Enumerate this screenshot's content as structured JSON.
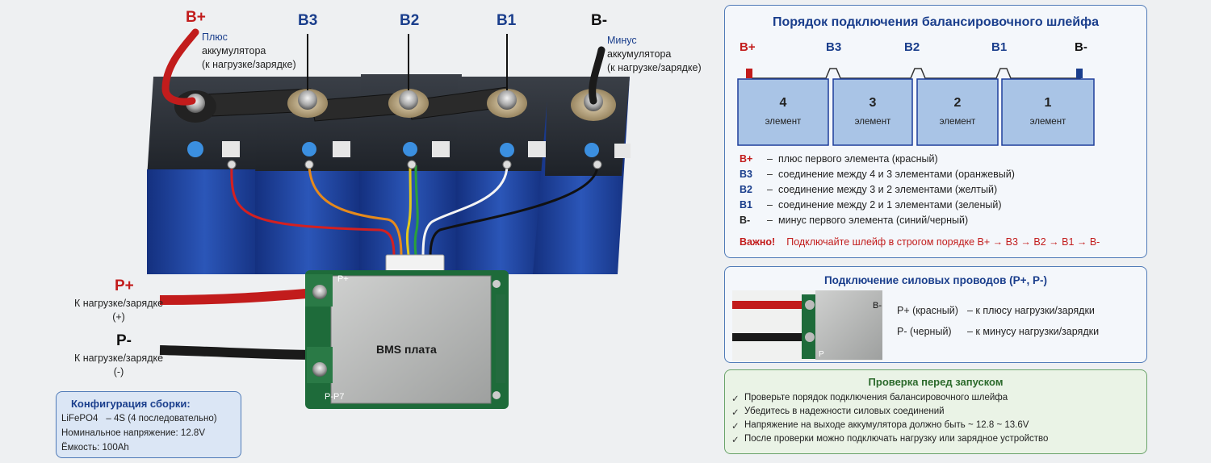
{
  "photo": {
    "terminals": {
      "bplus": "B+",
      "b3": "B3",
      "b2": "B2",
      "b1": "B1",
      "bminus": "B-"
    },
    "plus_note": {
      "line1": "Плюс",
      "line2": "аккумулятора",
      "line3": "(к нагрузке/зарядке)"
    },
    "minus_note": {
      "line1": "Минус",
      "line2": "аккумулятора",
      "line3": "(к нагрузке/зарядке)"
    },
    "pplus": {
      "label": "P+",
      "line1": "К нагрузке/зарядке",
      "line2": "(+)"
    },
    "pminus": {
      "label": "P-",
      "line1": "К нагрузке/зарядке",
      "line2": "(-)"
    },
    "bms_label": "BMS плата",
    "pcb_marks": {
      "pplus": "P+",
      "pminus": "P-",
      "p7": "P-P7"
    }
  },
  "config": {
    "title": "Конфигурация сборки:",
    "chem": "LiFePO4",
    "series": "–   4S (4 последовательно)",
    "voltage": "Номинальное напряжение:  12.8V",
    "capacity": "Ёмкость:  100Ah"
  },
  "balance": {
    "title": "Порядок подключения балансировочного шлейфа",
    "terminals": [
      "B+",
      "B3",
      "B2",
      "B1",
      "B-"
    ],
    "cells": [
      {
        "num": "4",
        "label": "элемент"
      },
      {
        "num": "3",
        "label": "элемент"
      },
      {
        "num": "2",
        "label": "элемент"
      },
      {
        "num": "1",
        "label": "элемент"
      }
    ],
    "legend": [
      {
        "key": "B+",
        "dash": "–",
        "desc": "плюс первого элемента (красный)"
      },
      {
        "key": "B3",
        "dash": "–",
        "desc": "соединение между 4 и 3 элементами (оранжевый)"
      },
      {
        "key": "B2",
        "dash": "–",
        "desc": "соединение между 3 и 2 элементами (желтый)"
      },
      {
        "key": "B1",
        "dash": "–",
        "desc": "соединение между 2 и 1 элементами (зеленый)"
      },
      {
        "key": "B-",
        "dash": "–",
        "desc": "минус первого элемента (синий/черный)"
      }
    ],
    "important_label": "Важно!",
    "important_text": "Подключайте шлейф в строгом порядке B+ → B3 → B2 → B1 → B-"
  },
  "power": {
    "title": "Подключение силовых проводов (P+, P-)",
    "rows": [
      {
        "key": "P+ (красный)",
        "desc": "– к плюсу нагрузки/зарядки"
      },
      {
        "key": "P- (черный)",
        "desc": "– к минусу нагрузки/зарядки"
      }
    ],
    "thumb_marks": {
      "b": "B-",
      "p": "P"
    }
  },
  "check": {
    "title": "Проверка перед запуском",
    "items": [
      "Проверьте порядок подключения балансировочного шлейфа",
      "Убедитесь в надежности силовых соединений",
      "Напряжение на выходе аккумулятора должно быть  ~ 12.8 ~ 13.6V",
      "После проверки можно подключать нагрузку или зарядное устройство"
    ]
  },
  "colors": {
    "accent": "#1a3e8c",
    "warn": "#c21c1c",
    "ok": "#2c6a2c",
    "cell": "#1e3f9b",
    "cell_fill": "#a9c4e6"
  }
}
